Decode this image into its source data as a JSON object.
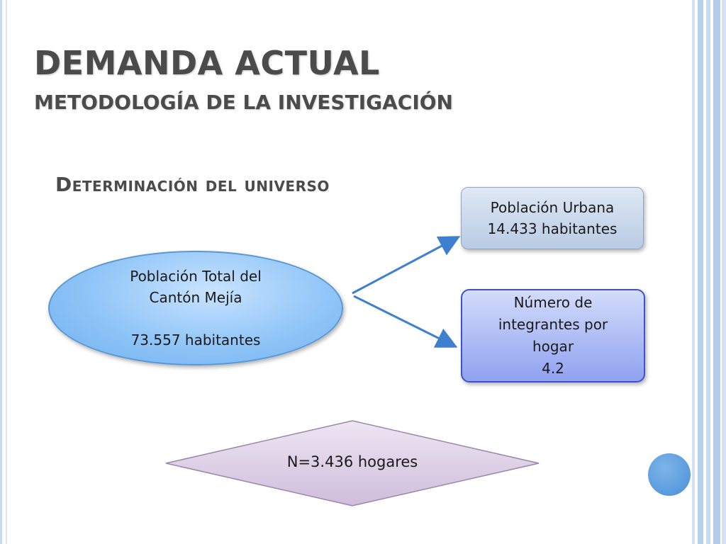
{
  "slide": {
    "title": "DEMANDA ACTUAL",
    "subtitle": "METODOLOGÍA DE LA INVESTIGACIÓN",
    "section_heading": "Determinación del universo"
  },
  "diagram": {
    "total_population": {
      "label_line1": "Población Total del",
      "label_line2": "Cantón Mejía",
      "value": "73.557 habitantes"
    },
    "urban_population": {
      "label": "Población Urbana",
      "value": "14.433 habitantes"
    },
    "household_members": {
      "label_line1": "Número de",
      "label_line2": "integrantes por",
      "label_line3": "hogar",
      "value": "4.2"
    },
    "result": {
      "label": "N=3.436 hogares"
    }
  },
  "colors": {
    "title_text": "#4b4b4b",
    "arrow": "#3f7fd0",
    "ellipse_fill": "#8ec4f7",
    "urban_box_fill": "#c7d6ea",
    "members_box_fill": "#a9b8f3",
    "diamond_fill": "#ddd0e6",
    "stripe_blue": "#b7cfe9"
  }
}
